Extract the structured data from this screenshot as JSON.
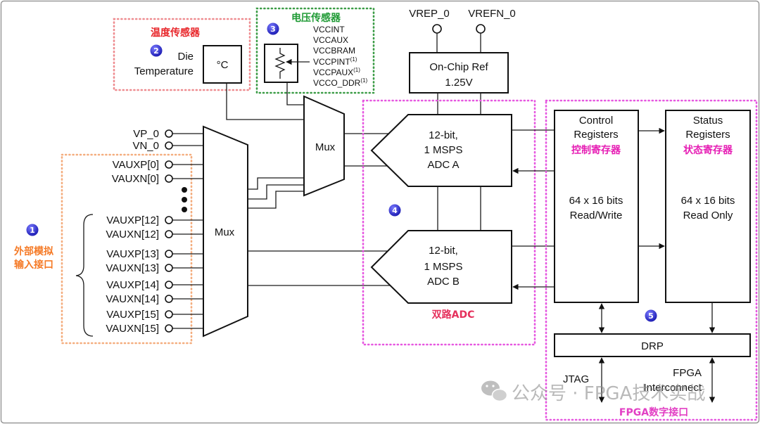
{
  "temperature_sensor": {
    "title": "温度传感器",
    "badge": "2",
    "label_line1": "Die",
    "label_line2": "Temperature",
    "unit": "°C",
    "title_color": "#e8262a",
    "border_color": "#ee8b8f"
  },
  "voltage_sensor": {
    "title": "电压传感器",
    "badge": "3",
    "supplies": [
      {
        "name": "VCCINT"
      },
      {
        "name": "VCCAUX"
      },
      {
        "name": "VCCBRAM"
      },
      {
        "name": "VCCPINT",
        "note": "(1)"
      },
      {
        "name": "VCCPAUX",
        "note": "(1)"
      },
      {
        "name": "VCCO_DDR",
        "note": "(1)"
      }
    ],
    "title_color": "#1f9a35",
    "border_color": "#3b9c46"
  },
  "reference": {
    "vrefp": "VREP_0",
    "vrefn": "VREFN_0",
    "box_line1": "On-Chip Ref",
    "box_line2": "1.25V"
  },
  "muxes": {
    "small": "Mux",
    "large": "Mux"
  },
  "adc": {
    "title": "双路ADC",
    "badge": "4",
    "title_color": "#e5305c",
    "border_color": "#e657e0",
    "adc_a": {
      "line1": "12-bit,",
      "line2": "1 MSPS",
      "line3": "ADC A"
    },
    "adc_b": {
      "line1": "12-bit,",
      "line2": "1 MSPS",
      "line3": "ADC B"
    }
  },
  "analog_inputs": {
    "badge": "1",
    "title_line1": "外部模拟",
    "title_line2": "输入接口",
    "title_color": "#f57a26",
    "border_color": "#f4ad7e",
    "pins": [
      "VP_0",
      "VN_0",
      "VAUXP[0]",
      "VAUXN[0]",
      "VAUXP[12]",
      "VAUXN[12]",
      "VAUXP[13]",
      "VAUXN[13]",
      "VAUXP[14]",
      "VAUXN[14]",
      "VAUXP[15]",
      "VAUXN[15]"
    ]
  },
  "fpga_interface": {
    "title": "FPGA数字接口",
    "badge": "5",
    "title_color": "#e23fc4",
    "border_color": "#e657e0",
    "register_label_color": "#e61eb4",
    "control_registers": {
      "line1": "Control",
      "line2": "Registers",
      "cn_label": "控制寄存器",
      "size": "64 x 16 bits",
      "access": "Read/Write"
    },
    "status_registers": {
      "line1": "Status",
      "line2": "Registers",
      "cn_label": "状态寄存器",
      "size": "64 x 16 bits",
      "access": "Read Only"
    },
    "drp": "DRP",
    "jtag": "JTAG",
    "interconnect_line1": "FPGA",
    "interconnect_line2": "Interconnect"
  },
  "badge_color": "#2424c4",
  "watermark": {
    "icon": "wechat-icon",
    "text": "公众号 · FPGA技术实战"
  }
}
